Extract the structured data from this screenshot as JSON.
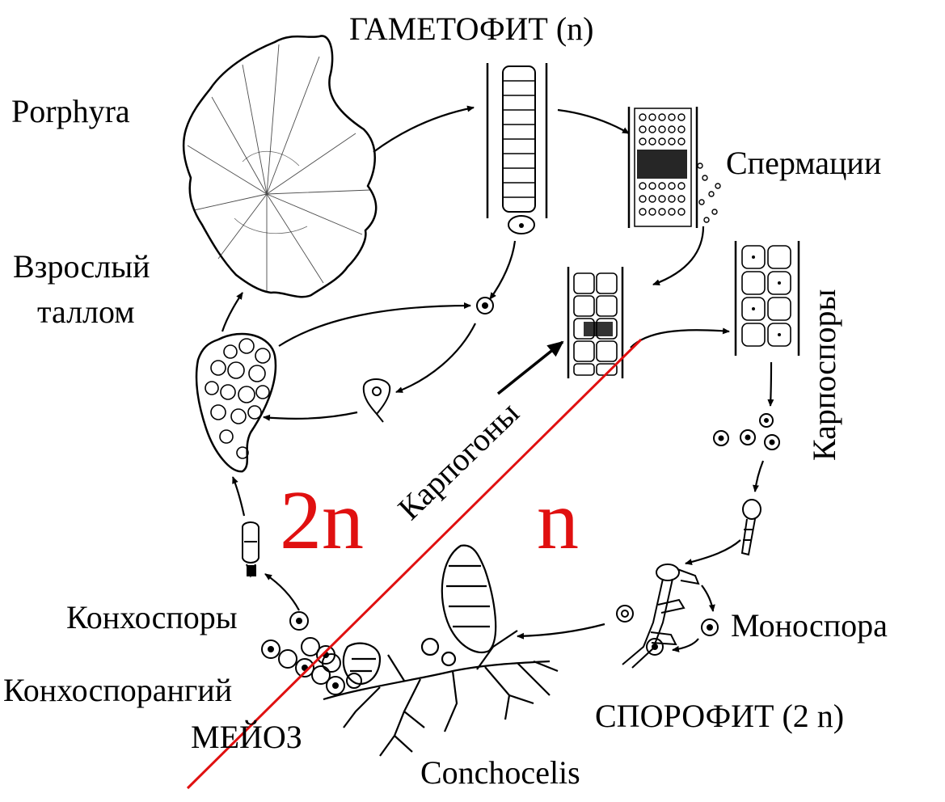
{
  "colors": {
    "ink": "#000000",
    "divider": "#e01010",
    "ploidy_text": "#e01010",
    "background": "#ffffff"
  },
  "labels": {
    "gametophyte": "ГАМЕТОФИТ (n)",
    "porphyra": "Porphyra",
    "spermatia": "Спермации",
    "adult_thallus_line1": "Взрослый",
    "adult_thallus_line2": "таллом",
    "carpospores": "Карпоспоры",
    "carpogons": "Карпогоны",
    "diploid": "2n",
    "haploid": "n",
    "monospore": "Моноспора",
    "conchospores": "Конхоспоры",
    "conchosporangium": "Конхоспорангий",
    "meiosis": "МЕЙОЗ",
    "sporophyte": "СПОРОФИТ (2 n)",
    "conchocelis": "Conchocelis"
  }
}
